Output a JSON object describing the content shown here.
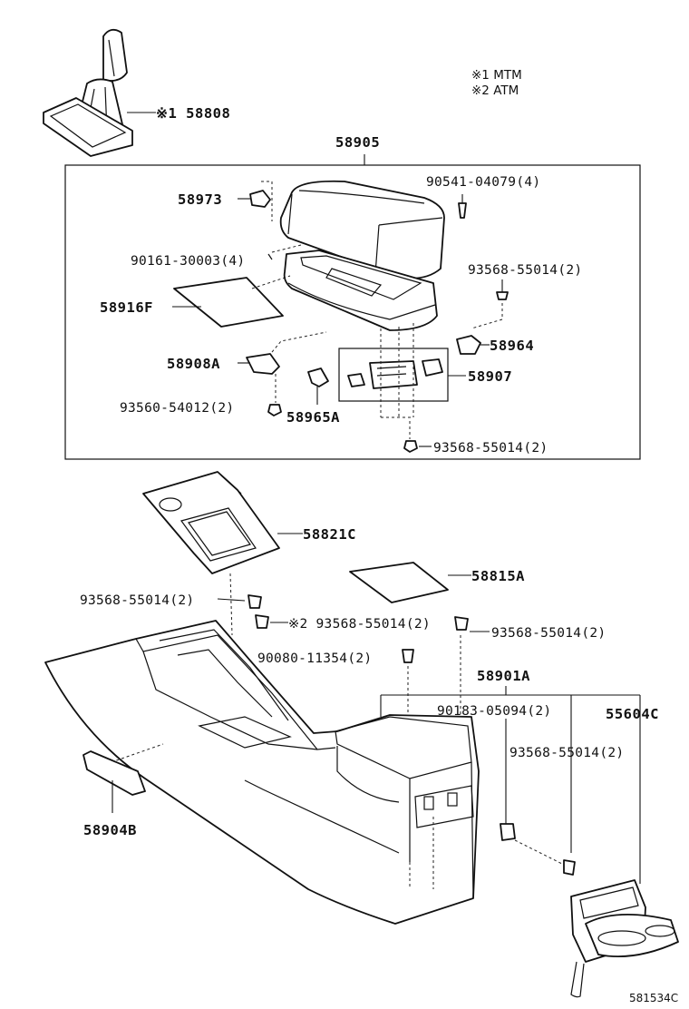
{
  "legend": {
    "mtm": "※1 MTM",
    "atm": "※2 ATM"
  },
  "labels": {
    "shift_boot": "※1 58808",
    "box_assembly": "58905",
    "p58973": "58973",
    "p90541": "90541-04079(4)",
    "p90161": "90161-30003(4)",
    "p93568_a": "93568-55014(2)",
    "p58916f": "58916F",
    "p58964": "58964",
    "p58908a": "58908A",
    "p58907": "58907",
    "p93560": "93560-54012(2)",
    "p58965a": "58965A",
    "p93568_b": "93568-55014(2)",
    "p58821c": "58821C",
    "p58815a": "58815A",
    "p93568_c": "93568-55014(2)",
    "p93568_atm": "※2 93568-55014(2)",
    "p93568_d": "93568-55014(2)",
    "p90080": "90080-11354(2)",
    "p58901a": "58901A",
    "p90183": "90183-05094(2)",
    "p55604c": "55604C",
    "p93568_e": "93568-55014(2)",
    "p58904b": "58904B"
  },
  "ref_code": "581534C"
}
